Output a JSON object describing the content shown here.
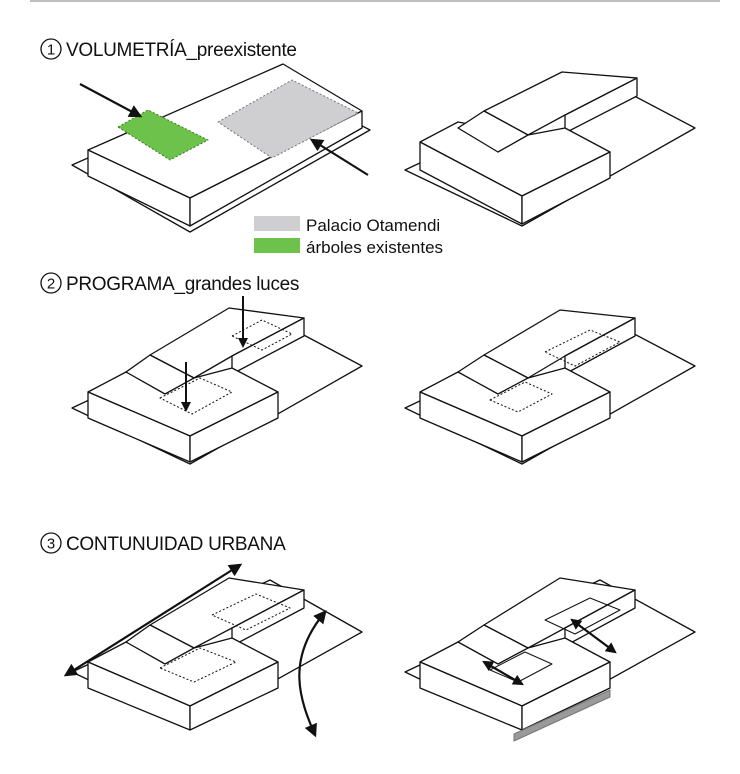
{
  "sections": [
    {
      "number": "1",
      "title": "VOLUMETRÍA_preexistente"
    },
    {
      "number": "2",
      "title": "PROGRAMA_grandes luces"
    },
    {
      "number": "3",
      "title": "CONTUNUIDAD URBANA"
    }
  ],
  "legend": [
    {
      "label": "Palacio Otamendi",
      "color": "#cfcfd1"
    },
    {
      "label": "árboles existentes",
      "color": "#6cc24a"
    }
  ],
  "colors": {
    "line": "#111111",
    "fill": "#ffffff",
    "hatch": "#9a9a9a",
    "rule": "#bdbdbd"
  }
}
